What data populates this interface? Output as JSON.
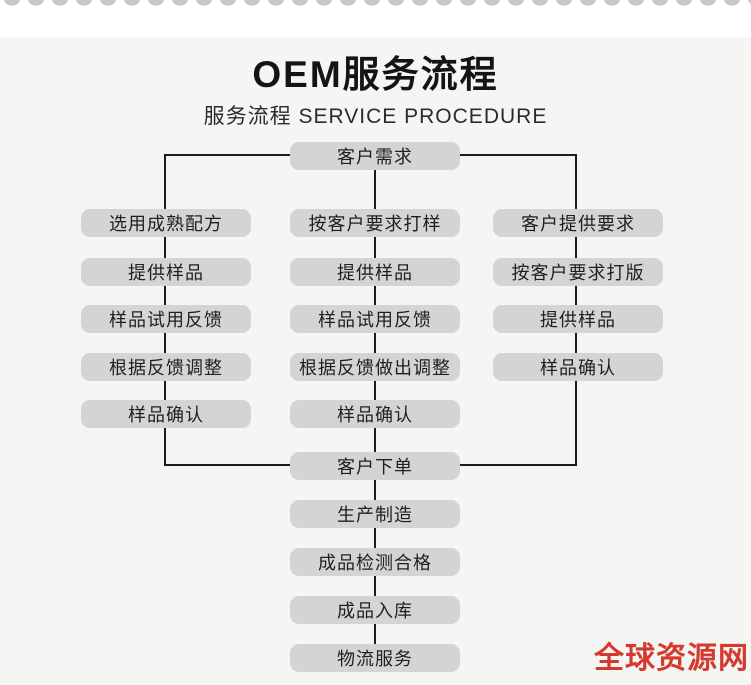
{
  "header": {
    "title": "OEM服务流程",
    "subtitle": "服务流程 SERVICE PROCEDURE"
  },
  "flow": {
    "start": "客户需求",
    "columns": [
      {
        "steps": [
          "选用成熟配方",
          "提供样品",
          "样品试用反馈",
          "根据反馈调整",
          "样品确认"
        ]
      },
      {
        "steps": [
          "按客户要求打样",
          "提供样品",
          "样品试用反馈",
          "根据反馈做出调整",
          "样品确认"
        ]
      },
      {
        "steps": [
          "客户提供要求",
          "按客户要求打版",
          "提供样品",
          "样品确认"
        ]
      }
    ],
    "merge": "客户下单",
    "tail": [
      "生产制造",
      "成品检测合格",
      "成品入库",
      "物流服务"
    ]
  },
  "watermark": {
    "text": "全球资源网"
  },
  "colors": {
    "page_background": "#f5f5f3",
    "torn_edge_white": "#ffffff",
    "scallop_gray": "#c9c9c9",
    "node_fill": "#d4d4d4",
    "node_text": "#1f1f1f",
    "connector_line": "#1c1c1c",
    "watermark_red": "#d53a2f"
  }
}
